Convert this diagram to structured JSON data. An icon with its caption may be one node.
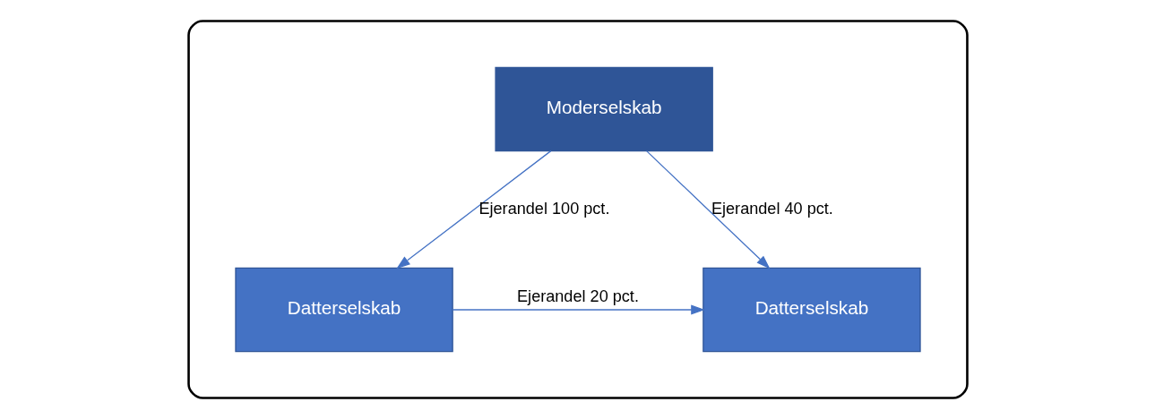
{
  "diagram": {
    "nodes": [
      {
        "text": [],
        "shape": "ellipse"
      },
      {
        "text": [
          "Moderselskab"
        ],
        "in": 0
      },
      {
        "text": [
          "Datterselskab"
        ],
        "in": 0
      },
      {
        "text": [
          "Datterselskab"
        ],
        "in": 0
      }
    ],
    "edges": [
      {
        "from": 1,
        "to": 2,
        "arrow": "to",
        "label": "Ejerandel 100 pct."
      },
      {
        "from": 1,
        "to": 3,
        "arrow": "to",
        "label": "Ejerandel 40 pct."
      },
      {
        "from": 2,
        "to": 3,
        "arrow": "to",
        "label": "Ejerandel 20 pct."
      }
    ]
  }
}
